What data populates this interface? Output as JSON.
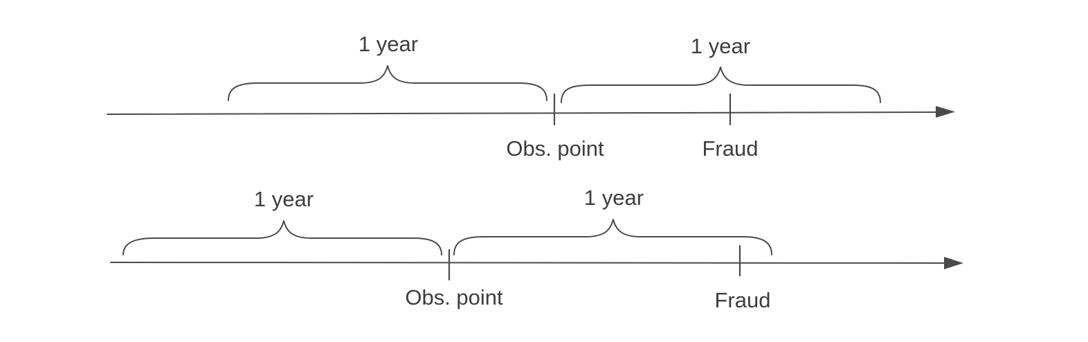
{
  "timelines": [
    {
      "braces": [
        {
          "label": "1 year"
        },
        {
          "label": "1 year"
        }
      ],
      "markers": [
        {
          "label": "Obs. point"
        },
        {
          "label": "Fraud"
        }
      ]
    },
    {
      "braces": [
        {
          "label": "1 year"
        },
        {
          "label": "1 year"
        }
      ],
      "markers": [
        {
          "label": "Obs. point"
        },
        {
          "label": "Fraud"
        }
      ]
    }
  ],
  "colors": {
    "line": "#4a4a4a",
    "text": "#3d3d3d",
    "background": "#ffffff"
  }
}
